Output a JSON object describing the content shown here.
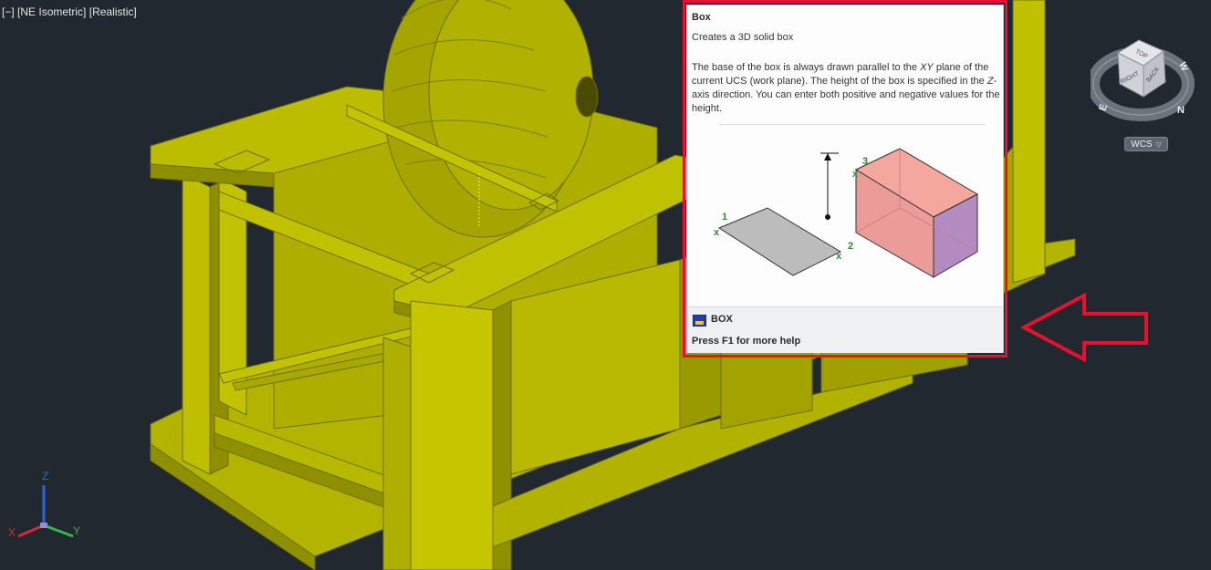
{
  "viewport": {
    "label_parts": [
      "[−]",
      "[NE Isometric]",
      "[Realistic]"
    ],
    "model_color": "#b6b700",
    "background_color": "#212830"
  },
  "viewcube": {
    "faces": {
      "top": "TOP",
      "right": "RIGHT",
      "back": "BACK"
    },
    "compass": {
      "north": "N",
      "east": "E",
      "west": "W"
    },
    "wcs_label": "WCS"
  },
  "ucs_icon": {
    "x": "X",
    "y": "Y",
    "z": "Z"
  },
  "tooltip": {
    "title": "Box",
    "subtitle": "Creates a 3D solid box",
    "description": {
      "part1": "The base of the box is always drawn parallel to the ",
      "xy": "XY",
      "part2": " plane of the current UCS (work plane). The height of the box is specified in the ",
      "z": "Z",
      "part3": "-axis direction. You can enter both positive and negative values for the height."
    },
    "illustration": {
      "point1": "1",
      "point2": "2",
      "point3": "3",
      "marker": "x"
    },
    "command": "BOX",
    "help": "Press F1 for more help"
  },
  "annotation": {
    "highlight_color": "#e8112d"
  }
}
